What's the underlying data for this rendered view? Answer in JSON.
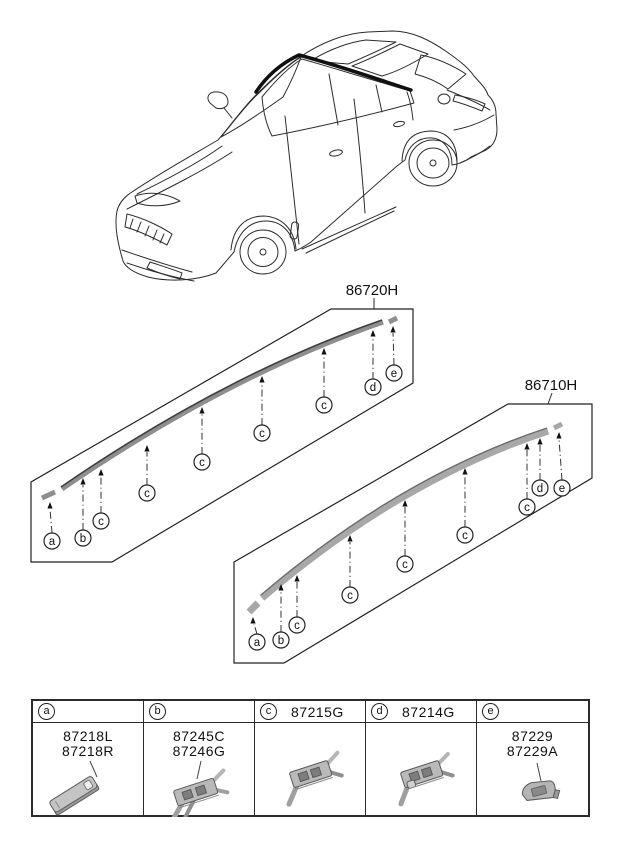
{
  "title_parts": {
    "panel_top": "86720H",
    "panel_bottom": "86710H"
  },
  "panels": [
    {
      "part_number": "86720H",
      "callouts": [
        "a",
        "b",
        "c",
        "c",
        "c",
        "c",
        "c",
        "d",
        "e"
      ]
    },
    {
      "part_number": "86710H",
      "callouts": [
        "a",
        "b",
        "c",
        "c",
        "c",
        "c",
        "c",
        "d",
        "e"
      ]
    }
  ],
  "legend": {
    "columns": [
      {
        "letter": "a",
        "header_part": "",
        "labels": [
          "87218L",
          "87218R"
        ]
      },
      {
        "letter": "b",
        "header_part": "",
        "labels": [
          "87245C",
          "87246G"
        ]
      },
      {
        "letter": "c",
        "header_part": "87215G",
        "labels": []
      },
      {
        "letter": "d",
        "header_part": "87214G",
        "labels": []
      },
      {
        "letter": "e",
        "header_part": "",
        "labels": [
          "87229",
          "87229A"
        ]
      }
    ]
  },
  "colors": {
    "line": "#2b2b2b",
    "roof_molding": "#101010",
    "strip_86720": "#8e8e8e",
    "strip_86720_edge": "#3f3f3f",
    "strip_86710": "#a8a8a8",
    "strip_86710_edge": "#6b6b6b",
    "part_fill": "#bdbdbd",
    "part_edge": "#5a5a5a"
  }
}
